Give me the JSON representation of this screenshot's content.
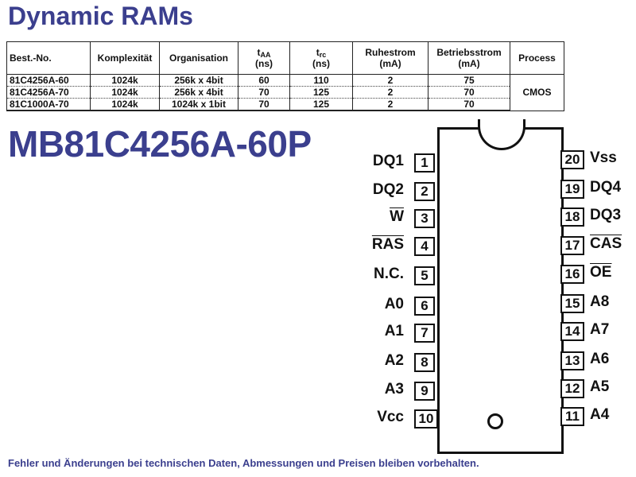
{
  "header": {
    "title": "Dynamic RAMs"
  },
  "table": {
    "headers": {
      "best_nr": "Best.-No.",
      "komplexitaet": "Komplexität",
      "organisation": "Organisation",
      "taa": "t",
      "taa_sub": "AA",
      "taa_unit": "(ns)",
      "trc": "t",
      "trc_sub": "rc",
      "trc_unit": "(ns)",
      "ruhestrom": "Ruhestrom",
      "ruhestrom_unit": "(mA)",
      "betriebsstrom": "Betriebsstrom",
      "betriebsstrom_unit": "(mA)",
      "process": "Process"
    },
    "rows": [
      {
        "best_nr": "81C4256A-60",
        "komplexitaet": "1024k",
        "organisation": "256k x 4bit",
        "taa": "60",
        "trc": "110",
        "ruhestrom": "2",
        "betriebsstrom": "75"
      },
      {
        "best_nr": "81C4256A-70",
        "komplexitaet": "1024k",
        "organisation": "256k x 4bit",
        "taa": "70",
        "trc": "125",
        "ruhestrom": "2",
        "betriebsstrom": "70"
      },
      {
        "best_nr": "81C1000A-70",
        "komplexitaet": "1024k",
        "organisation": "1024k x 1bit",
        "taa": "70",
        "trc": "125",
        "ruhestrom": "2",
        "betriebsstrom": "70"
      }
    ],
    "process": "CMOS"
  },
  "part_number": "MB81C4256A-60P",
  "pins": {
    "left": [
      {
        "num": "1",
        "label": "DQ1"
      },
      {
        "num": "2",
        "label": "DQ2"
      },
      {
        "num": "3",
        "label": "W"
      },
      {
        "num": "4",
        "label": "RAS"
      },
      {
        "num": "5",
        "label": "N.C."
      },
      {
        "num": "6",
        "label": "A0"
      },
      {
        "num": "7",
        "label": "A1"
      },
      {
        "num": "8",
        "label": "A2"
      },
      {
        "num": "9",
        "label": "A3"
      },
      {
        "num": "10",
        "label": "Vcc"
      }
    ],
    "right": [
      {
        "num": "20",
        "label": "Vss"
      },
      {
        "num": "19",
        "label": "DQ4"
      },
      {
        "num": "18",
        "label": "DQ3"
      },
      {
        "num": "17",
        "label": "CAS"
      },
      {
        "num": "16",
        "label": "OE"
      },
      {
        "num": "15",
        "label": "A8"
      },
      {
        "num": "14",
        "label": "A7"
      },
      {
        "num": "13",
        "label": "A6"
      },
      {
        "num": "12",
        "label": "A5"
      },
      {
        "num": "11",
        "label": "A4"
      }
    ]
  },
  "footer": {
    "text": "Fehler und Änderungen bei technischen Daten, Abmessungen und Preisen bleiben vorbehalten."
  }
}
